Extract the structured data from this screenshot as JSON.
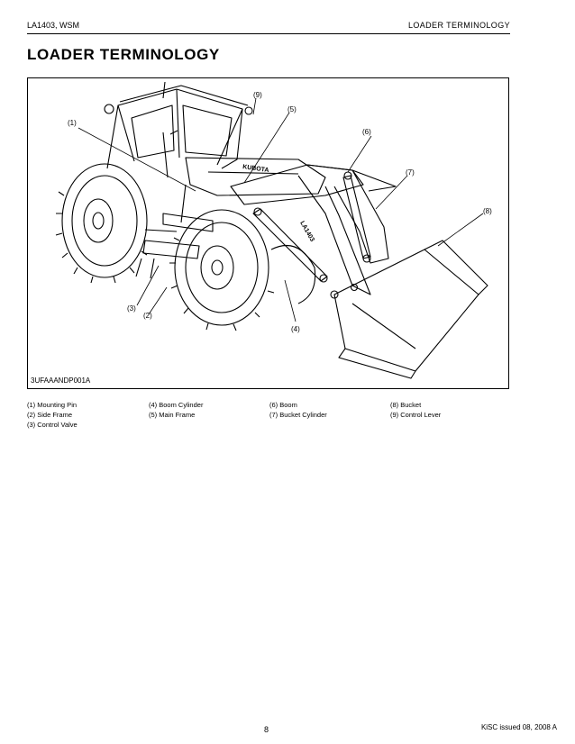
{
  "header": {
    "model": "LA1403, WSM",
    "section": "LOADER TERMINOLOGY"
  },
  "page_title": "LOADER TERMINOLOGY",
  "figure": {
    "code": "3UFAAANDP001A",
    "brand_text": "KUBOTA",
    "loader_text": "LA1403",
    "callouts": [
      "(1)",
      "(2)",
      "(3)",
      "(4)",
      "(5)",
      "(6)",
      "(7)",
      "(8)",
      "(9)"
    ]
  },
  "legend": {
    "col1": [
      "(1)  Mounting Pin",
      "(2)  Side Frame",
      "(3)  Control Valve"
    ],
    "col2": [
      "(4)  Boom Cylinder",
      "(5)  Main Frame"
    ],
    "col3": [
      "(6)  Boom",
      "(7)  Bucket Cylinder"
    ],
    "col4": [
      "(8)  Bucket",
      "(9)  Control Lever"
    ]
  },
  "footer": {
    "page_number": "8",
    "issue": "KiSC issued 08, 2008 A"
  }
}
